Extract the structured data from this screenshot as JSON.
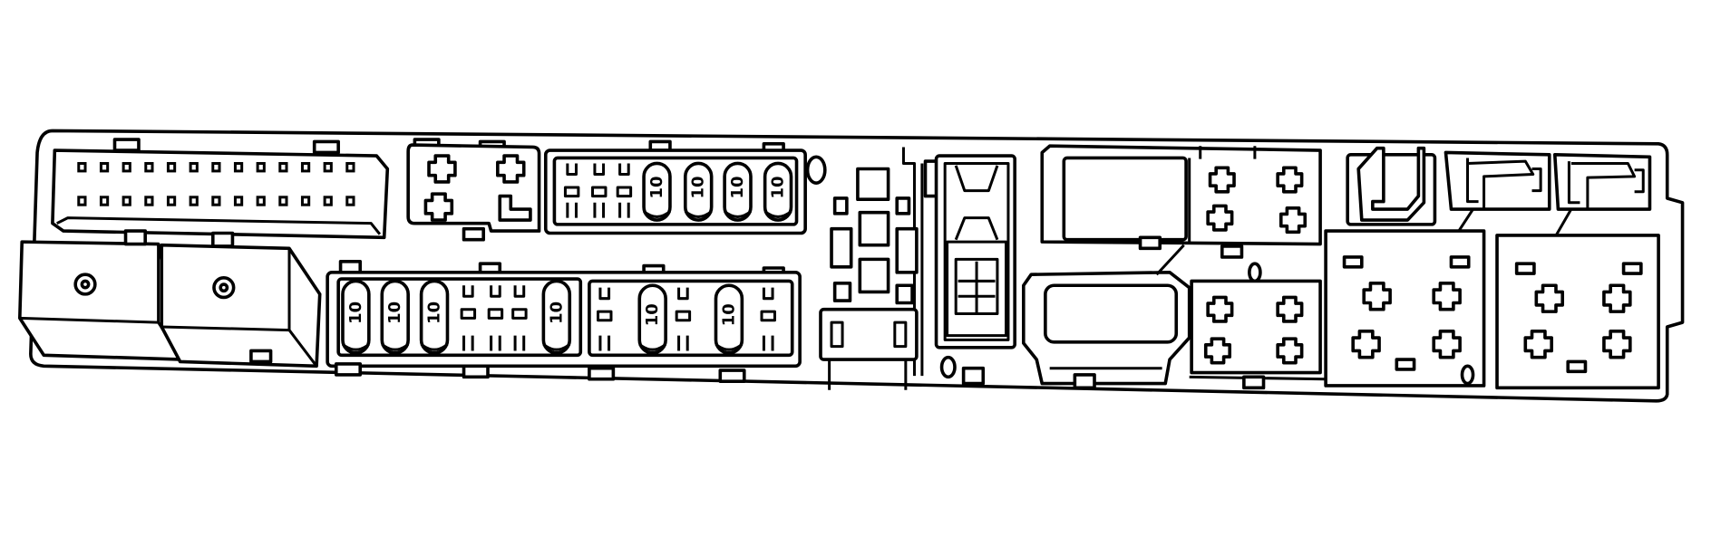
{
  "diagram": {
    "colors": {
      "line": "#000000",
      "background": "#ffffff"
    },
    "upper_fuse_block": {
      "fuses": [
        {
          "label": "10"
        },
        {
          "label": "10"
        },
        {
          "label": "10"
        },
        {
          "label": "10"
        }
      ]
    },
    "lower_fuse_block_left": {
      "fuses": [
        {
          "label": "10"
        },
        {
          "label": "10"
        },
        {
          "label": "10"
        },
        {
          "label": "10"
        }
      ]
    },
    "lower_fuse_block_right": {
      "fuses": [
        {
          "label": "10"
        },
        {
          "label": "10"
        }
      ]
    }
  }
}
